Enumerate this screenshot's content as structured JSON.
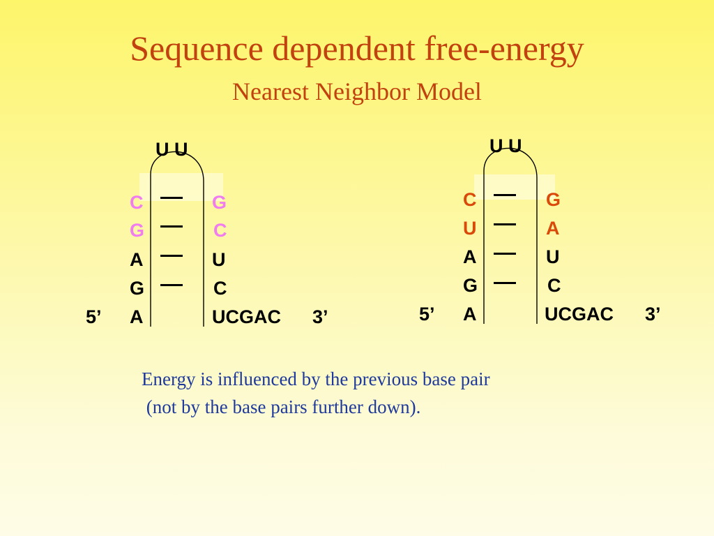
{
  "title": "Sequence dependent free-energy",
  "subtitle": "Nearest Neighbor Model",
  "colors": {
    "title": "#c1410f",
    "note": "#1f3a9a",
    "left_highlight": "#f07cf0",
    "right_highlight": "#d94a0a",
    "base": "#000000"
  },
  "hairpins": [
    {
      "loop": "U U",
      "left_strand": [
        "C",
        "G",
        "A",
        "G",
        "A"
      ],
      "right_strand": [
        "G",
        "C",
        "U",
        "C",
        "UCGAC"
      ],
      "pair_marks": 4,
      "five_prime": "5’",
      "three_prime": "3’",
      "highlighted_rows": [
        0,
        1
      ]
    },
    {
      "loop": "U U",
      "left_strand": [
        "C",
        "U",
        "A",
        "G",
        "A"
      ],
      "right_strand": [
        "G",
        "A",
        "U",
        "C",
        "UCGAC"
      ],
      "pair_marks": 4,
      "five_prime": "5’",
      "three_prime": "3’",
      "highlighted_rows": [
        0,
        1
      ]
    }
  ],
  "note": {
    "line1": "Energy is influenced by the previous base pair",
    "line2": " (not by the base pairs further down)."
  }
}
